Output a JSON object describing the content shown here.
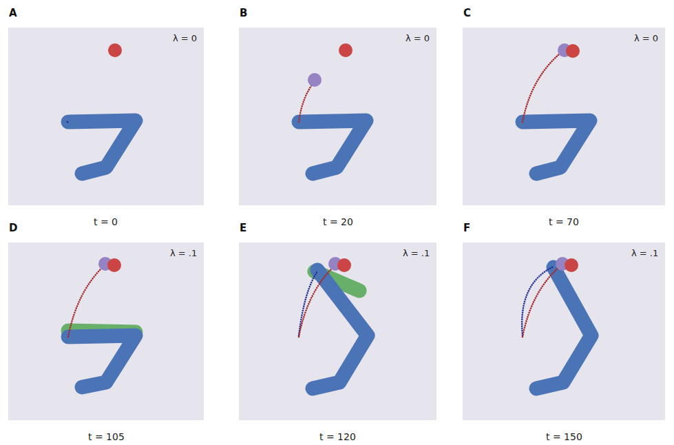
{
  "diagram": {
    "labels": [
      "A",
      "λ = 0",
      "t = 0",
      "B",
      "λ = 0",
      "t = 20",
      "C",
      "λ = 0",
      "t = 70",
      "D",
      "λ = .1",
      "t = 105",
      "E",
      "λ = .1",
      "t = 120",
      "F",
      "λ = .1",
      "t = 150"
    ]
  }
}
